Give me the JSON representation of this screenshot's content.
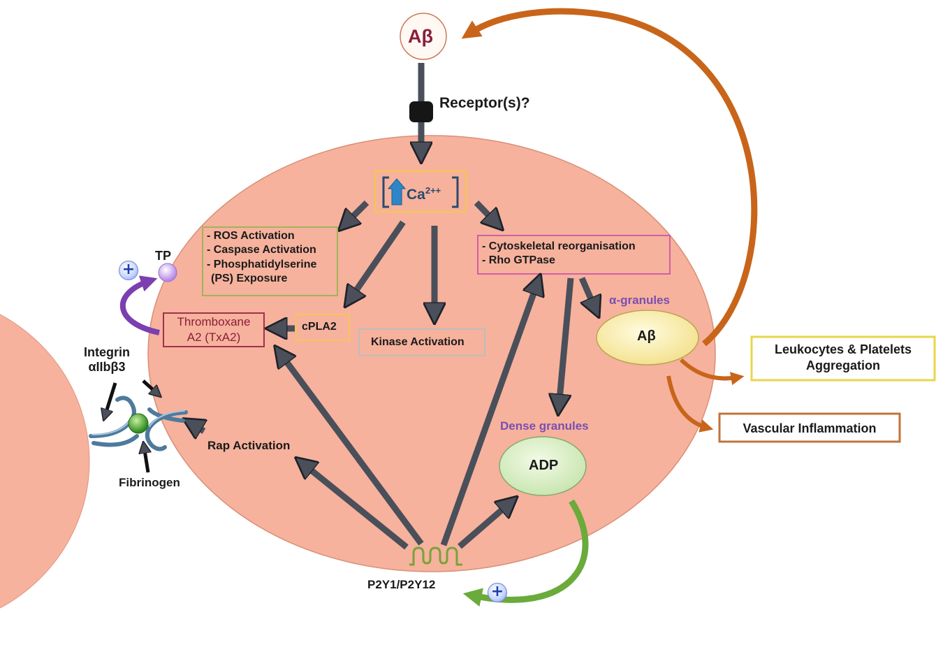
{
  "abeta_top": "Aβ",
  "receptor": "Receptor(s)?",
  "calcium": {
    "base": "Ca",
    "sup": "2++"
  },
  "ros_box": [
    "- ROS Activation",
    "- Caspase Activation",
    "- Phosphatidylserine",
    "(PS) Exposure"
  ],
  "cyto_box": [
    "- Cytoskeletal reorganisation",
    "- Rho GTPase"
  ],
  "txa2": [
    "Thromboxane",
    "A2 (TxA2)"
  ],
  "cpla2": "cPLA2",
  "kinase": "Kinase Activation",
  "tp": "TP",
  "plus_symbol": "+",
  "integrin": [
    "Integrin",
    "αIIbβ3"
  ],
  "fibrinogen": "Fibrinogen",
  "rap": "Rap Activation",
  "alpha_granules": "α-granules",
  "abeta_granule": "Aβ",
  "dense_granules": "Dense granules",
  "adp": "ADP",
  "p2y": "P2Y1/P2Y12",
  "leukocytes": [
    "Leukocytes & Platelets",
    "Aggregation"
  ],
  "vascular": "Vascular Inflammation",
  "colors": {
    "platelet": "#f6b29d",
    "arrow_dark": "#4a4f5a",
    "orange_arrow": "#c8651a",
    "green_arrow": "#6aab3c",
    "purple_arrow": "#7b3fb0"
  }
}
